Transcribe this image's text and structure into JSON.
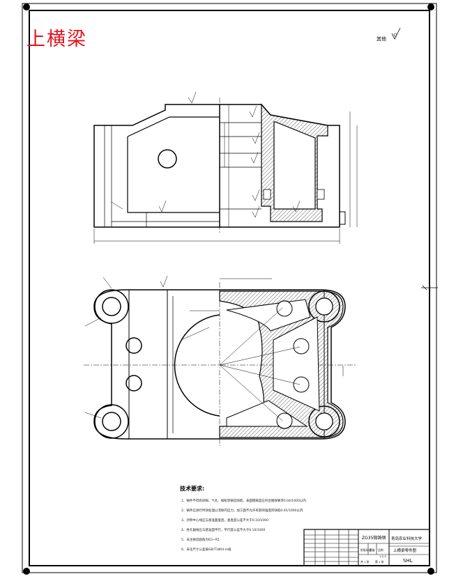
{
  "drawing": {
    "title": "上横梁",
    "roughness_note": "其他",
    "material": "ZG35锻铸钢",
    "school": "青岛农业科技大学",
    "part_name": "上横梁零件图",
    "drawing_no": "SHL",
    "scale": "1:2.5",
    "sheet_info": {
      "total": "共 1 张",
      "current": "第 1 张"
    },
    "title_block_labels": {
      "stage": "阶段标记",
      "weight": "重量",
      "scale_label": "比例"
    }
  },
  "technical_notes": {
    "title": "技术要求:",
    "items": [
      "1、铸件不得有砂眼、气孔、缩松等铸造缺陷，表面粗糙度应符合图样要求0.04/1000以内",
      "2、铸件应进行时效处理以消除内应力，加工面不允许有影响强度的缺陷0.05/1000以内",
      "3、对称中心线应与基准面垂直，垂直度公差不大于0.10/1000",
      "4、各孔轴线应与基准面平行，平行度公差不大于0.10/1000",
      "5、未注铸造圆角为R3~R5",
      "6、未注尺寸公差按GB/T1804-m级"
    ]
  },
  "colors": {
    "title_red": "#e8101a",
    "line": "#000000",
    "hatch": "#333333"
  }
}
